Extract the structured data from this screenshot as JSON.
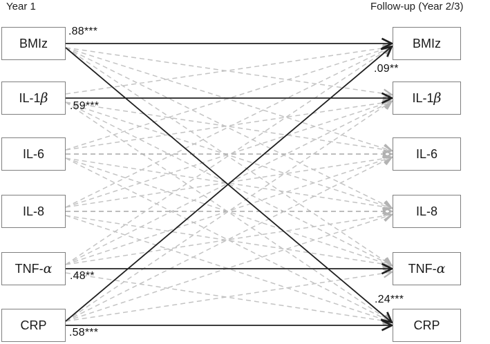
{
  "diagram": {
    "left_header": "Year 1",
    "right_header": "Follow-up (Year 2/3)",
    "nodes": [
      "BMIz",
      "IL-1β",
      "IL-6",
      "IL-8",
      "TNF-α",
      "CRP"
    ],
    "edges": {
      "solid": [
        {
          "from": "BMIz",
          "to": "BMIz",
          "label": ".88***"
        },
        {
          "from": "IL-1β",
          "to": "IL-1β",
          "label": ".59***"
        },
        {
          "from": "TNF-α",
          "to": "TNF-α",
          "label": ".48**"
        },
        {
          "from": "CRP",
          "to": "CRP",
          "label": ".58***"
        },
        {
          "from": "CRP",
          "to": "BMIz",
          "label": ".09**"
        },
        {
          "from": "BMIz",
          "to": "CRP",
          "label": ".24***"
        }
      ],
      "dashed": [
        {
          "from": "BMIz",
          "to": "IL-1β"
        },
        {
          "from": "BMIz",
          "to": "IL-6"
        },
        {
          "from": "BMIz",
          "to": "IL-8"
        },
        {
          "from": "BMIz",
          "to": "TNF-α"
        },
        {
          "from": "IL-1β",
          "to": "BMIz"
        },
        {
          "from": "IL-1β",
          "to": "IL-6"
        },
        {
          "from": "IL-1β",
          "to": "IL-8"
        },
        {
          "from": "IL-1β",
          "to": "TNF-α"
        },
        {
          "from": "IL-1β",
          "to": "CRP"
        },
        {
          "from": "IL-6",
          "to": "BMIz"
        },
        {
          "from": "IL-6",
          "to": "IL-1β"
        },
        {
          "from": "IL-6",
          "to": "IL-6"
        },
        {
          "from": "IL-6",
          "to": "IL-8"
        },
        {
          "from": "IL-6",
          "to": "TNF-α"
        },
        {
          "from": "IL-6",
          "to": "CRP"
        },
        {
          "from": "IL-8",
          "to": "BMIz"
        },
        {
          "from": "IL-8",
          "to": "IL-1β"
        },
        {
          "from": "IL-8",
          "to": "IL-6"
        },
        {
          "from": "IL-8",
          "to": "IL-8"
        },
        {
          "from": "IL-8",
          "to": "TNF-α"
        },
        {
          "from": "IL-8",
          "to": "CRP"
        },
        {
          "from": "TNF-α",
          "to": "BMIz"
        },
        {
          "from": "TNF-α",
          "to": "IL-1β"
        },
        {
          "from": "TNF-α",
          "to": "IL-6"
        },
        {
          "from": "TNF-α",
          "to": "IL-8"
        },
        {
          "from": "TNF-α",
          "to": "CRP"
        },
        {
          "from": "CRP",
          "to": "IL-1β"
        },
        {
          "from": "CRP",
          "to": "IL-6"
        },
        {
          "from": "CRP",
          "to": "IL-8"
        },
        {
          "from": "CRP",
          "to": "TNF-α"
        }
      ]
    },
    "colors": {
      "solid_path": "#1f1f1f",
      "dashed_path": "#c3c3c3",
      "dashed_stability_path": "#a6a6a6",
      "box_border": "#7e7e7e",
      "text": "#1a1a1a"
    }
  }
}
